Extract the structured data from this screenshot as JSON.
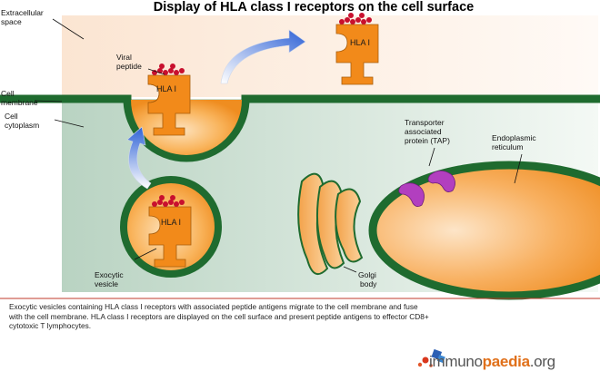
{
  "title": "Display of HLA class I receptors on the cell surface",
  "labels": {
    "extracellular_line1": "Extracellular",
    "extracellular_line2": "space",
    "viral_peptide_line1": "Viral",
    "viral_peptide_line2": "peptide",
    "cell_membrane_line1": "Cell",
    "cell_membrane_line2": "membrane",
    "cell_cytoplasm_line1": "Cell",
    "cell_cytoplasm_line2": "cytoplasm",
    "tap_line1": "Transporter",
    "tap_line2": "associated",
    "tap_line3": "protein (TAP)",
    "er_line1": "Endoplasmic",
    "er_line2": "reticulum",
    "exocytic_line1": "Exocytic",
    "exocytic_line2": "vesicle",
    "golgi_line1": "Golgi",
    "golgi_line2": "body",
    "receptor_label": "HLA I"
  },
  "caption": {
    "line1": "Exocytic vesicles containing HLA class I receptors with associated peptide antigens migrate to the cell membrane and fuse",
    "line2": "with the cell membrane. HLA class I receptors are displayed on the cell surface and present peptide antigens to effector CD8+",
    "line3": "cytotoxic T lymphocytes."
  },
  "logo": {
    "part1": "immuno",
    "part2": "paedia",
    "part3": ".org"
  },
  "colors": {
    "extracellular": "#fdf0e6",
    "cytoplasm": "#d6e6dc",
    "membrane": "#1f6b2f",
    "receptor": "#f28a1a",
    "vesicle": "#f7a640",
    "peptide": "#c8102e",
    "tap": "#b23fbf",
    "arrow": "#3a6fd8",
    "rule": "#c0392b"
  }
}
